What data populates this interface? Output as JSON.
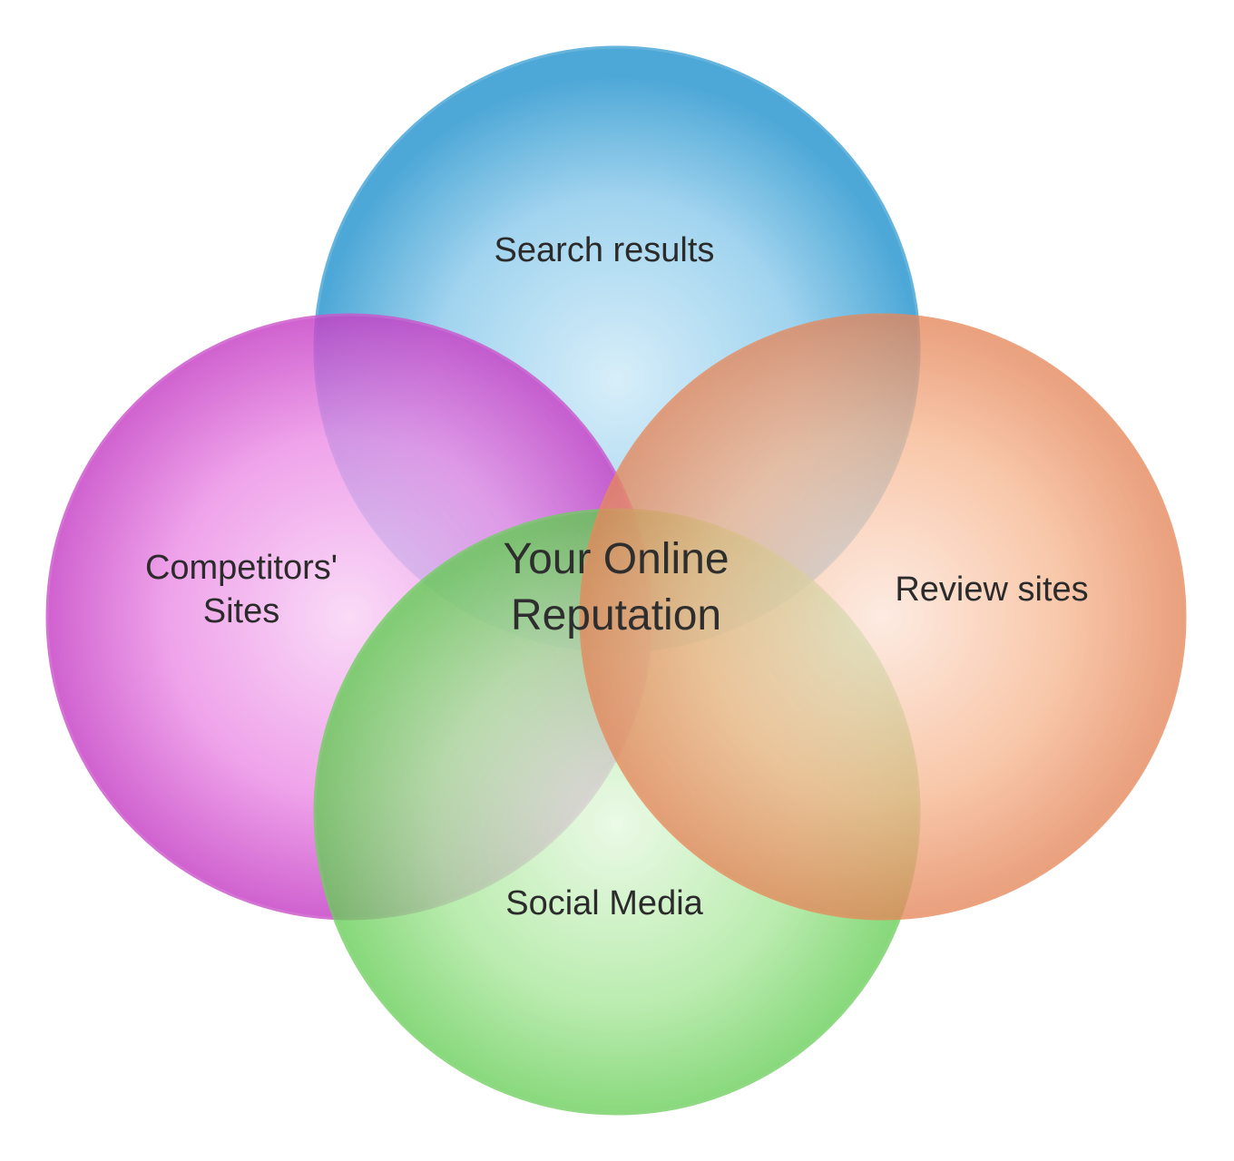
{
  "diagram": {
    "type": "venn",
    "sets": [
      {
        "id": "search",
        "label": "Search results",
        "color": "#4aa8d8"
      },
      {
        "id": "competitors",
        "label_lines": [
          "Competitors'",
          "Sites"
        ],
        "color": "#cc44cc"
      },
      {
        "id": "review",
        "label": "Review sites",
        "color": "#e88a5c"
      },
      {
        "id": "social",
        "label": "Social Media",
        "color": "#6cd05c"
      }
    ],
    "center": {
      "label_lines": [
        "Your Online",
        "Reputation"
      ]
    }
  }
}
